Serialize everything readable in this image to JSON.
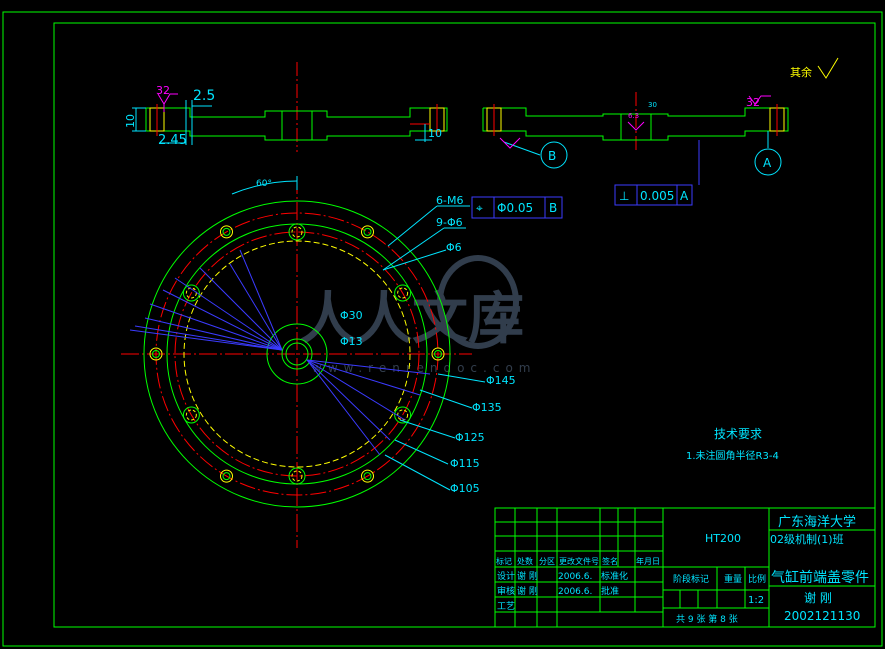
{
  "colors": {
    "background": "#000000",
    "frame": "#00ff00",
    "centerline": "#ff0000",
    "dimension": "#00e5ff",
    "leader": "#3b3bff",
    "hidden": "#ffff00",
    "annotation": "#ff00ff",
    "watermark": "#5a6f8a",
    "titleblock_text": "#00e5ff"
  },
  "side_views": {
    "left": {
      "roughness_value": "32",
      "dim_thickness": "2.5",
      "dim_height": "10",
      "dim_offset": "2.45",
      "dim_right": "10"
    },
    "right": {
      "roughness_value": "32",
      "roughness_mid": "6.3",
      "datum_b": "B",
      "datum_a": "A",
      "small_note": "30"
    }
  },
  "other_surfaces": "其余",
  "tolerances": {
    "position": {
      "symbol": "⌖",
      "value": "Φ0.05",
      "datum": "B"
    },
    "perpendicular": {
      "symbol": "⊥",
      "value": "0.005",
      "datum": "A"
    }
  },
  "plan_labels": {
    "angle": "60°",
    "tapped_holes": "6-M6",
    "through_holes": "9-Φ6",
    "hole_dia": "Φ6",
    "bore_outer": "Φ30",
    "bore_inner": "Φ13",
    "d145": "Φ145",
    "d135": "Φ135",
    "d125": "Φ125",
    "d115": "Φ115",
    "d105": "Φ105"
  },
  "technical_requirements": {
    "title": "技术要求",
    "item1": "1.未注圆角半径R3-4"
  },
  "watermark": {
    "text": "人人文库",
    "url": "www.renrendoc.com"
  },
  "title_block": {
    "material": "HT200",
    "school": "广东海洋大学",
    "class_name": "02级机制(1)班",
    "part_name": "气缸前端盖零件",
    "history_headers": [
      "标记",
      "处数",
      "分区",
      "更改文件号",
      "签名",
      "年月日"
    ],
    "row_design": [
      "设计",
      "谢 刚",
      "2006.6.",
      "标准化"
    ],
    "row_review": [
      "审核",
      "谢 刚",
      "2006.6.",
      "批准"
    ],
    "row_process": "工艺",
    "stage_headers": [
      "阶段标记",
      "重量",
      "比例"
    ],
    "scale": "1:2",
    "sheets": "共 9 张  第 8 张",
    "drawer": "谢 刚",
    "student_id": "2002121130"
  }
}
